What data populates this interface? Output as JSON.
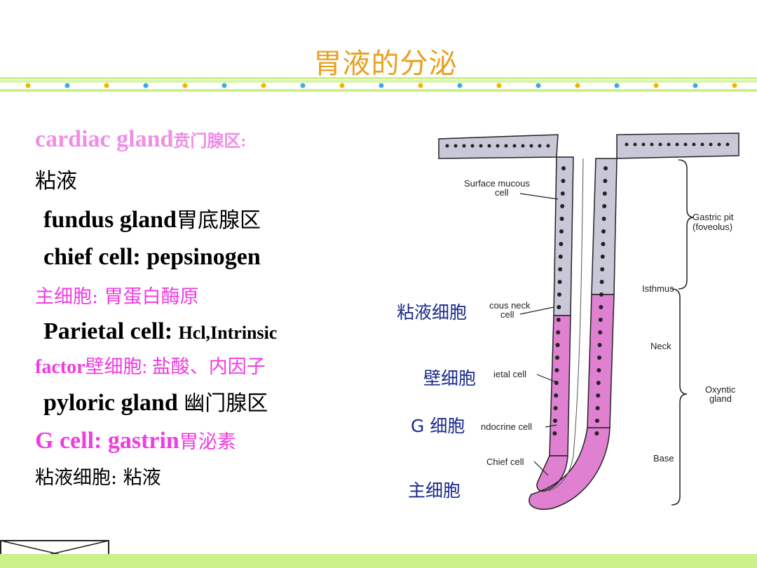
{
  "title": "胃液的分泌",
  "lines": {
    "cardiac_en": "cardiac gland",
    "cardiac_cn": "贲门腺区:",
    "mucus": "粘液",
    "fundus_en": "fundus gland",
    "fundus_cn": "胃底腺区",
    "chief": "chief cell: pepsinogen",
    "chief_cn": "主细胞: 胃蛋白酶原",
    "parietal_en": "Parietal cell:",
    "parietal_small": "Hcl,Intrinsic",
    "factor_en": "factor",
    "factor_cn": "壁细胞: 盐酸、内因子",
    "pyloric_en": "pyloric gland",
    "pyloric_cn": "幽门腺区",
    "gcell_en": "G cell: gastrin",
    "gcell_cn": "胃泌素",
    "mucous_cell": "粘液细胞: 粘液"
  },
  "diagram": {
    "labels": {
      "surface_mucous": "Surface mucous",
      "surface_cell": "cell",
      "neck_mucous": "cous neck",
      "neck_cell": "cell",
      "parietal": "ietal cell",
      "endocrine": "ndocrine cell",
      "chief": "Chief cell",
      "gastric_pit": "Gastric pit",
      "foveolus": "(foveolus)",
      "isthmus": "Isthmus",
      "neck": "Neck",
      "oxyntic": "Oxyntic",
      "gland": "gland",
      "base": "Base"
    }
  },
  "cn_labels": {
    "mucous": "粘液细胞",
    "parietal": "壁细胞",
    "g": "G 细胞",
    "chief": "主细胞"
  },
  "colors": {
    "title": "#e8a020",
    "pink": "#f03ce0",
    "light_pink": "#ef8ee6",
    "label_blue": "#1a2a8c",
    "band_green": "#ccf08a",
    "dot_orange": "#f5b400",
    "dot_blue": "#3ea8e8",
    "gland_pink": "#e080d0",
    "gland_gray": "#c8c8d8"
  }
}
